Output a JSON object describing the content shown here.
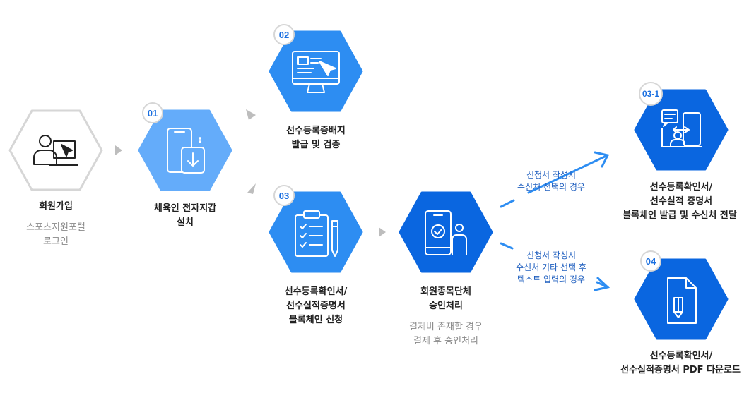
{
  "steps": {
    "start": {
      "label": "회원가입",
      "sub1": "스포츠지원포털",
      "sub2": "로그인"
    },
    "s01": {
      "badge": "01",
      "line1": "체육인 전자지갑",
      "line2": "설치"
    },
    "s02": {
      "badge": "02",
      "line1": "선수등록증배지",
      "line2": "발급 및 검증"
    },
    "s03": {
      "badge": "03",
      "line1": "선수등록확인서/",
      "line2": "선수실적증명서",
      "line3": "블록체인 신청"
    },
    "approve": {
      "line1": "회원종목단체",
      "line2": "승인처리",
      "sub1": "결제비 존재할 경우",
      "sub2": "결제 후 승인처리"
    },
    "s031": {
      "badge": "03-1",
      "line1": "선수등록확인서/",
      "line2": "선수실적 증명서",
      "line3": "블록체인 발급 및 수신처 전달"
    },
    "s04": {
      "badge": "04",
      "line1": "선수등록확인서/",
      "line2": "선수실적증명서 PDF 다운로드"
    }
  },
  "branches": {
    "upper": {
      "line1": "신청서 작성시",
      "line2": "수신처 선택의 경우"
    },
    "lower": {
      "line1": "신청서 작성시",
      "line2": "수신처 기타 선택 후",
      "line3": "텍스트 입력의 경우"
    }
  },
  "icons": {
    "start": "user-computer-icon",
    "s01": "phone-download-icon",
    "s02": "monitor-cursor-icon",
    "s03": "clipboard-checklist-icon",
    "approve": "phone-check-person-icon",
    "s031": "document-exchange-icon",
    "s04": "file-download-icon"
  },
  "colors": {
    "light_blue": "#64acfa",
    "mid_blue": "#2d8df2",
    "deep_blue": "#0a66e0",
    "grey_outline": "#d6d6d6",
    "arrow_grey": "#bdbdbd",
    "branch_blue": "#2d8df2"
  }
}
